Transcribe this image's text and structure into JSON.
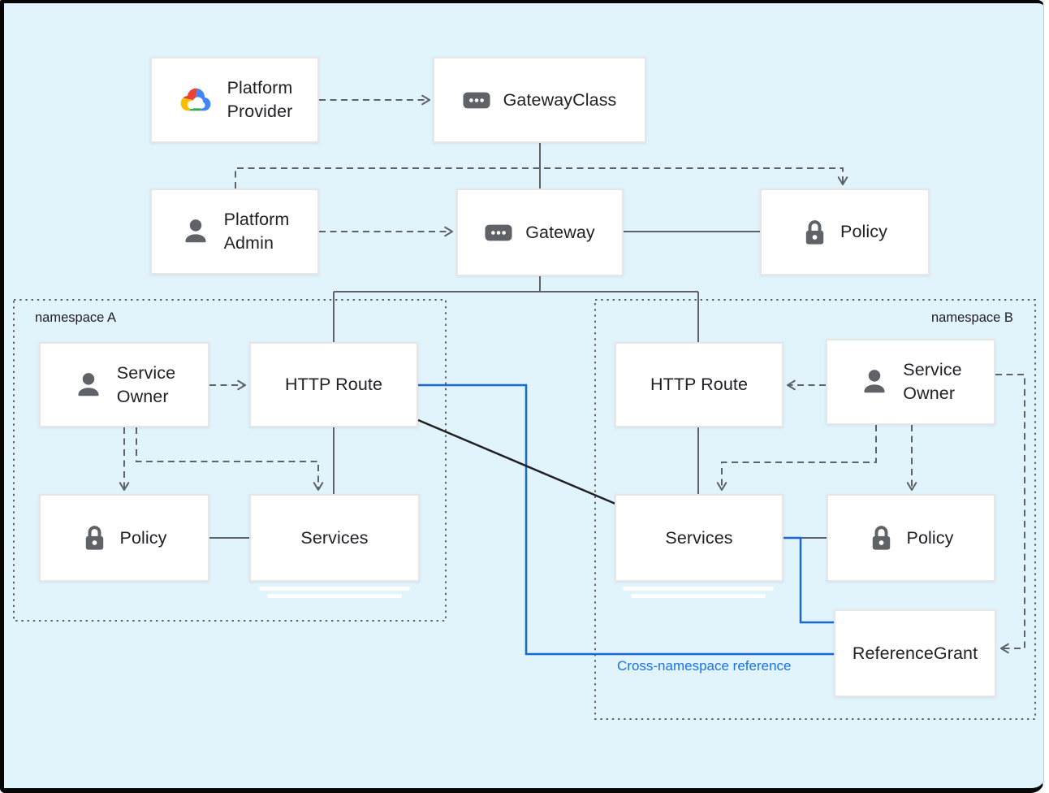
{
  "nodes": {
    "platform_provider": {
      "label": "Platform\nProvider",
      "icon": "google-cloud-icon"
    },
    "gateway_class": {
      "label": "GatewayClass",
      "icon": "api-resource-icon"
    },
    "platform_admin": {
      "label": "Platform\nAdmin",
      "icon": "person-icon"
    },
    "gateway": {
      "label": "Gateway",
      "icon": "api-resource-icon"
    },
    "policy_top": {
      "label": "Policy",
      "icon": "lock-icon"
    },
    "service_owner_a": {
      "label": "Service\nOwner",
      "icon": "person-icon"
    },
    "http_route_a": {
      "label": "HTTP Route"
    },
    "policy_a": {
      "label": "Policy",
      "icon": "lock-icon"
    },
    "services_a": {
      "label": "Services"
    },
    "http_route_b": {
      "label": "HTTP Route"
    },
    "service_owner_b": {
      "label": "Service\nOwner",
      "icon": "person-icon"
    },
    "services_b": {
      "label": "Services"
    },
    "policy_b": {
      "label": "Policy",
      "icon": "lock-icon"
    },
    "reference_grant": {
      "label": "ReferenceGrant"
    }
  },
  "namespaces": {
    "a": {
      "label": "namespace A"
    },
    "b": {
      "label": "namespace B"
    }
  },
  "annotations": {
    "cross_namespace_reference": "Cross-namespace reference"
  },
  "colors": {
    "background": "#E1F3FB",
    "connector_gray": "#5F6368",
    "connector_blue": "#1967D2",
    "connector_black": "#202124",
    "annotation_blue": "#1A73E8",
    "icon_gray": "#5F6368",
    "google_red": "#EA4335",
    "google_blue": "#4285F4",
    "google_green": "#34A853",
    "google_yellow": "#FBBC04"
  }
}
